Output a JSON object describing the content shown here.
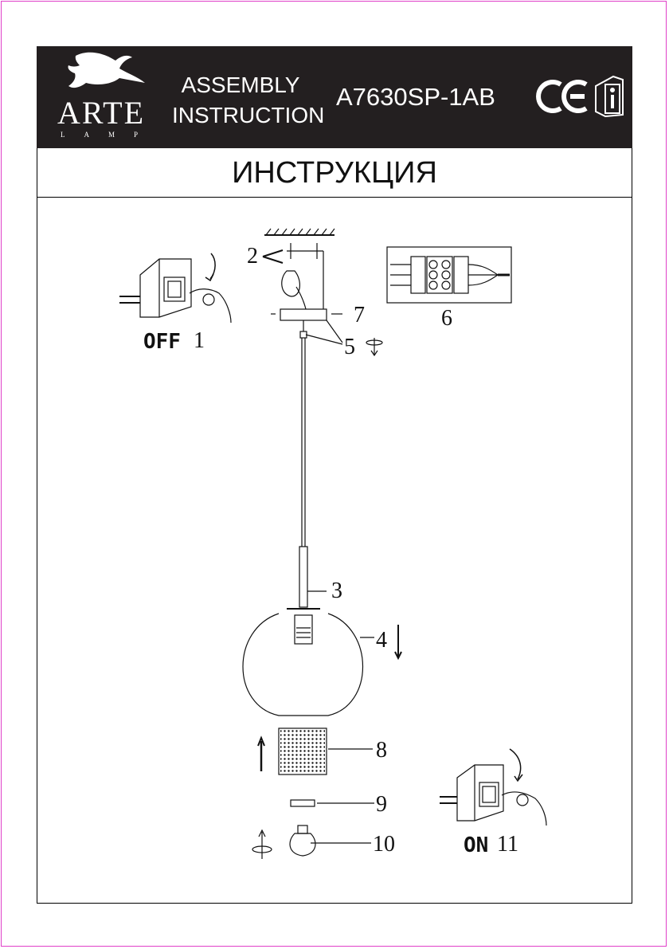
{
  "header": {
    "brand": "ARTE",
    "brand_sub": "LAMP",
    "assembly_line1": "ASSEMBLY",
    "assembly_line2": "INSTRUCTION",
    "model": "A7630SP-1AB",
    "ce_mark": "CE",
    "icons": [
      "griffin-logo-icon",
      "ce-mark-icon",
      "info-manual-icon"
    ]
  },
  "title": "ИНСТРУКЦИЯ",
  "steps": {
    "s1_label": "OFF",
    "s1_num": "1",
    "s2": "2",
    "s3": "3",
    "s4": "4",
    "s5": "5",
    "s6": "6",
    "s7": "7",
    "s8": "8",
    "s9": "9",
    "s10": "10",
    "s11_label": "ON",
    "s11_num": "11"
  },
  "colors": {
    "header_bg": "#231f20",
    "border": "#e040c8",
    "ink": "#111111"
  }
}
